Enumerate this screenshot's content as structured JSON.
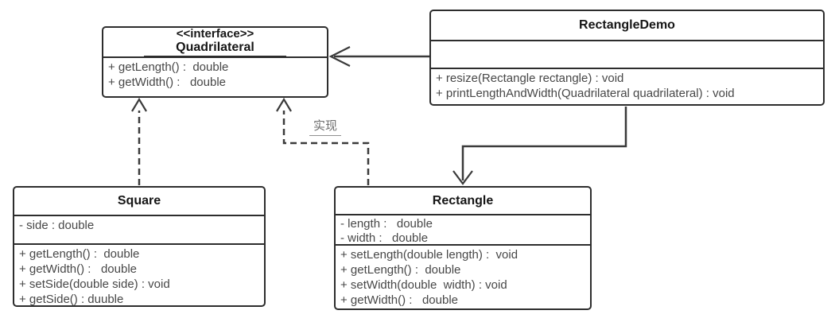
{
  "classes": {
    "quadrilateral": {
      "stereotype": "<<interface>>",
      "name": "Quadrilateral",
      "methods": [
        "+ getLength() :  double",
        "+ getWidth() :   double"
      ]
    },
    "rectangle_demo": {
      "name": "RectangleDemo",
      "methods": [
        "+ resize(Rectangle rectangle) : void",
        "+ printLengthAndWidth(Quadrilateral quadrilateral) : void"
      ]
    },
    "square": {
      "name": "Square",
      "attributes": [
        "- side : double"
      ],
      "methods": [
        "+ getLength() :  double",
        "+ getWidth() :   double",
        "+ setSide(double side) : void",
        "+ getSide() : duuble"
      ]
    },
    "rectangle": {
      "name": "Rectangle",
      "attributes": [
        "- length :   double",
        "- width :   double"
      ],
      "methods": [
        "+ setLength(double length) :  void",
        "+ getLength() :  double",
        "+ setWidth(double  width) : void",
        "+ getWidth() :   double"
      ]
    }
  },
  "connectors": {
    "realization_label": "实现"
  },
  "colors": {
    "border": "#2d2d2d",
    "title_text": "#161616",
    "member_text": "#474747",
    "label_text": "#6d6d6d",
    "background": "#ffffff"
  }
}
